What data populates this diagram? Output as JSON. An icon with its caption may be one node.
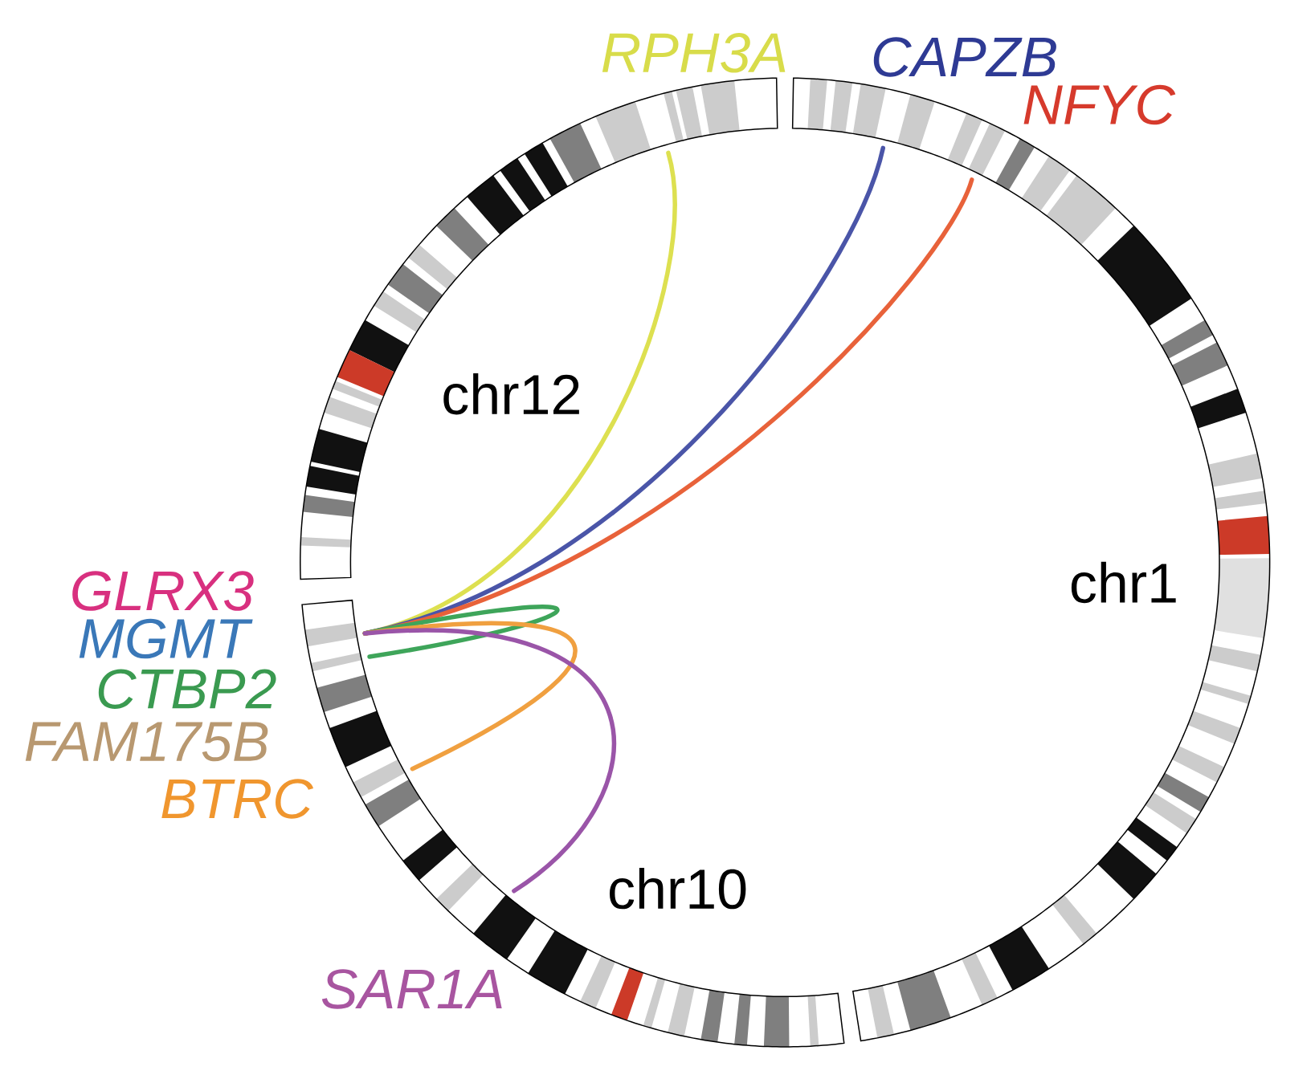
{
  "diagram": {
    "nodes": [
      {
        "text": [
          "chr12"
        ]
      },
      {
        "text": [
          "chr1"
        ]
      },
      {
        "text": [
          "chr10"
        ]
      }
    ],
    "edges": [
      {
        "from": 2,
        "to": 0,
        "arrow": "none",
        "color": "#dde050"
      },
      {
        "from": 2,
        "to": 1,
        "arrow": "none",
        "color": "#4a55a8"
      },
      {
        "from": 2,
        "to": 1,
        "arrow": "none",
        "color": "#e8623a"
      },
      {
        "from": 2,
        "to": 2,
        "arrow": "none",
        "color": "#3ea55a"
      },
      {
        "from": 2,
        "to": 2,
        "arrow": "none",
        "color": "#f0a040"
      },
      {
        "from": 2,
        "to": 2,
        "arrow": "none",
        "color": "#9a55a8"
      }
    ],
    "labels": [
      "RPH3A",
      "CAPZB",
      "NFYC",
      "GLRX3",
      "MGMT",
      "CTBP2",
      "FAM175B",
      "BTRC",
      "SAR1A"
    ]
  }
}
